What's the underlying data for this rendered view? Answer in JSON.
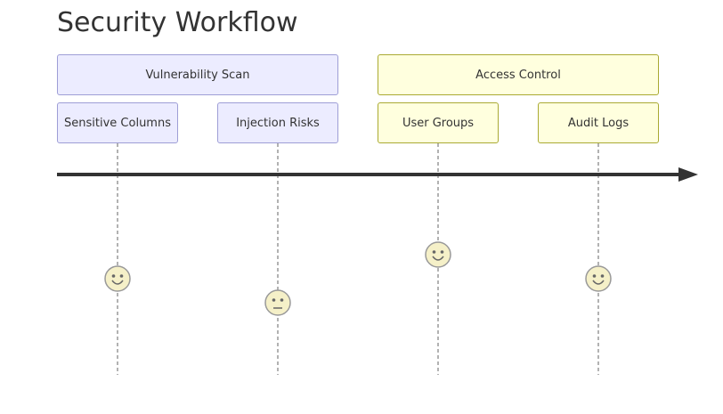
{
  "title": "Security Workflow",
  "sections": [
    {
      "label": "Vulnerability Scan",
      "color": "#ececff",
      "tasks": [
        {
          "label": "Sensitive Columns",
          "score": 5,
          "mood": "smile"
        },
        {
          "label": "Injection Risks",
          "score": 3,
          "mood": "neutral"
        }
      ]
    },
    {
      "label": "Access Control",
      "color": "#ffffde",
      "tasks": [
        {
          "label": "User Groups",
          "score": 6,
          "mood": "smile"
        },
        {
          "label": "Audit Logs",
          "score": 5,
          "mood": "smile"
        }
      ]
    }
  ],
  "colors": {
    "axis": "#333333",
    "face_fill": "#f5f0c8",
    "face_stroke": "#999999"
  }
}
